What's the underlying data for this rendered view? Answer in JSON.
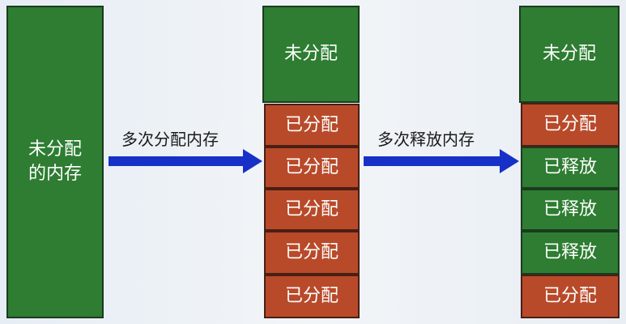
{
  "left_column": {
    "label_line1": "未分配",
    "label_line2": "的内存"
  },
  "step1": {
    "label": "多次分配内存"
  },
  "middle_column": {
    "top_label": "未分配",
    "blocks": [
      "已分配",
      "已分配",
      "已分配",
      "已分配",
      "已分配"
    ]
  },
  "step2": {
    "label": "多次释放内存"
  },
  "right_column": {
    "top_label": "未分配",
    "blocks": [
      "已分配",
      "已释放",
      "已释放",
      "已释放",
      "已分配"
    ]
  },
  "colors": {
    "unallocated": "#2e7d32",
    "allocated": "#b84a2a",
    "freed": "#2e7d32",
    "arrow": "#1730c8"
  }
}
